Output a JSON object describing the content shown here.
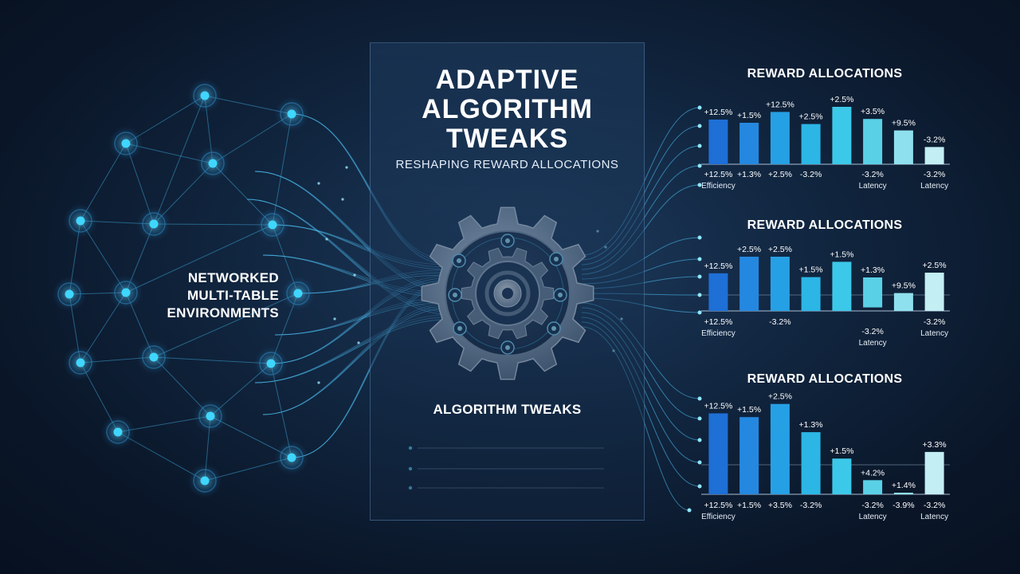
{
  "panel": {
    "title_lines": [
      "ADAPTIVE",
      "ALGORITHM",
      "TWEAKS"
    ],
    "subtitle": "RESHAPING REWARD ALLOCATIONS",
    "section_heading": "ALGORITHM TWEAKS"
  },
  "network": {
    "label_lines": [
      "NETWORKED",
      "MULTI-TABLE",
      "ENVIRONMENTS"
    ]
  },
  "colors": {
    "background": "#0a1628",
    "node": "#3fd6ff",
    "link": "#3a9ccc",
    "flow": "#4fc3f7",
    "bar_palette": [
      "#1e6fd6",
      "#2488e0",
      "#26a0e4",
      "#2bb6e6",
      "#3cc8e8",
      "#5ad0e6",
      "#8fe0ee",
      "#c2eef4"
    ]
  },
  "chart_data": [
    {
      "type": "bar",
      "title": "REWARD ALLOCATIONS",
      "bar_count": 8,
      "relative_heights": [
        0.7,
        0.65,
        0.82,
        0.63,
        0.9,
        0.71,
        0.53,
        0.27
      ],
      "value_labels": [
        "+12.5%",
        "+1.5%",
        "+12.5%",
        "+2.5%",
        "+2.5%",
        "+3.5%",
        "+9.5%",
        "-3.2%"
      ],
      "x_labels": [
        "+12.5%",
        "+1.3%",
        "+2.5%",
        "-3.2%",
        "",
        "-3.2%",
        "",
        "-3.2%"
      ],
      "x_sublabels": [
        "Efficiency",
        "",
        "",
        "",
        "",
        "Latency",
        "",
        "Latency"
      ]
    },
    {
      "type": "bar",
      "title": "REWARD ALLOCATIONS",
      "bar_count": 8,
      "relative_heights": [
        0.59,
        0.85,
        0.85,
        0.53,
        0.77,
        -0.47,
        0.28,
        0.6
      ],
      "value_labels": [
        "+12.5%",
        "+2.5%",
        "+2.5%",
        "+1.5%",
        "+1.5%",
        "+1.3%",
        "+9.5%",
        "+2.5%"
      ],
      "x_labels": [
        "+12.5%",
        "",
        "-3.2%",
        "",
        "",
        "-3.2%",
        "",
        "-3.2%"
      ],
      "x_sublabels": [
        "Efficiency",
        "",
        "",
        "",
        "",
        "Latency",
        "",
        "Latency"
      ]
    },
    {
      "type": "bar",
      "title": "REWARD ALLOCATIONS",
      "bar_count": 8,
      "relative_heights": [
        0.86,
        0.82,
        0.96,
        0.66,
        0.38,
        0.15,
        0.0,
        0.45
      ],
      "value_labels": [
        "+12.5%",
        "+1.5%",
        "+2.5%",
        "+1.3%",
        "+1.5%",
        "+4.2%",
        "+1.4%",
        "+3.3%"
      ],
      "x_labels": [
        "+12.5%",
        "+1.5%",
        "+3.5%",
        "-3.2%",
        "",
        "-3.2%",
        "-3.9%",
        "-3.2%"
      ],
      "x_sublabels": [
        "Efficiency",
        "",
        "",
        "",
        "",
        "Latency",
        "",
        "Latency"
      ]
    }
  ]
}
